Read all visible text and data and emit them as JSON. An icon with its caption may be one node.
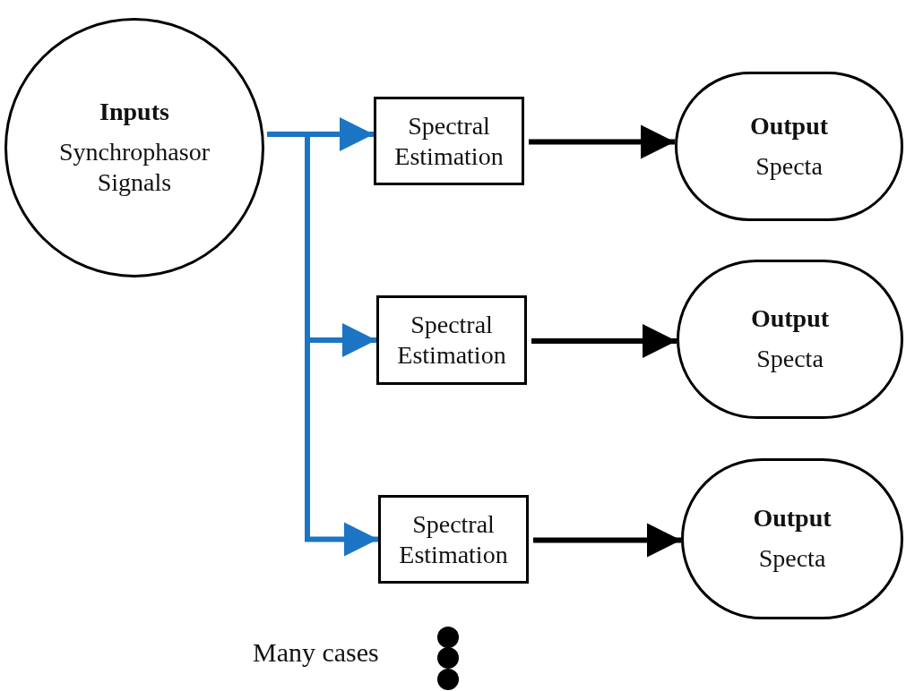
{
  "diagram": {
    "nodes": [
      {
        "text": [
          "Inputs",
          "Synchrophasor Signals"
        ]
      },
      {
        "text": [
          "Spectral Estimation"
        ]
      },
      {
        "text": [
          "Spectral Estimation"
        ]
      },
      {
        "text": [
          "Spectral Estimation"
        ]
      },
      {
        "text": [
          "Output",
          "Specta"
        ]
      },
      {
        "text": [
          "Output",
          "Specta"
        ]
      },
      {
        "text": [
          "Output",
          "Specta"
        ]
      }
    ],
    "edges": [
      {
        "from": 0,
        "to": 1,
        "arrow": "to",
        "color": "#1c74c4"
      },
      {
        "from": 0,
        "to": 2,
        "arrow": "to",
        "color": "#1c74c4"
      },
      {
        "from": 0,
        "to": 3,
        "arrow": "to",
        "color": "#1c74c4"
      },
      {
        "from": 1,
        "to": 4,
        "arrow": "to",
        "color": "#000000"
      },
      {
        "from": 2,
        "to": 5,
        "arrow": "to",
        "color": "#000000"
      },
      {
        "from": 3,
        "to": 6,
        "arrow": "to",
        "color": "#000000"
      }
    ],
    "labels": [
      "Many cases"
    ]
  }
}
